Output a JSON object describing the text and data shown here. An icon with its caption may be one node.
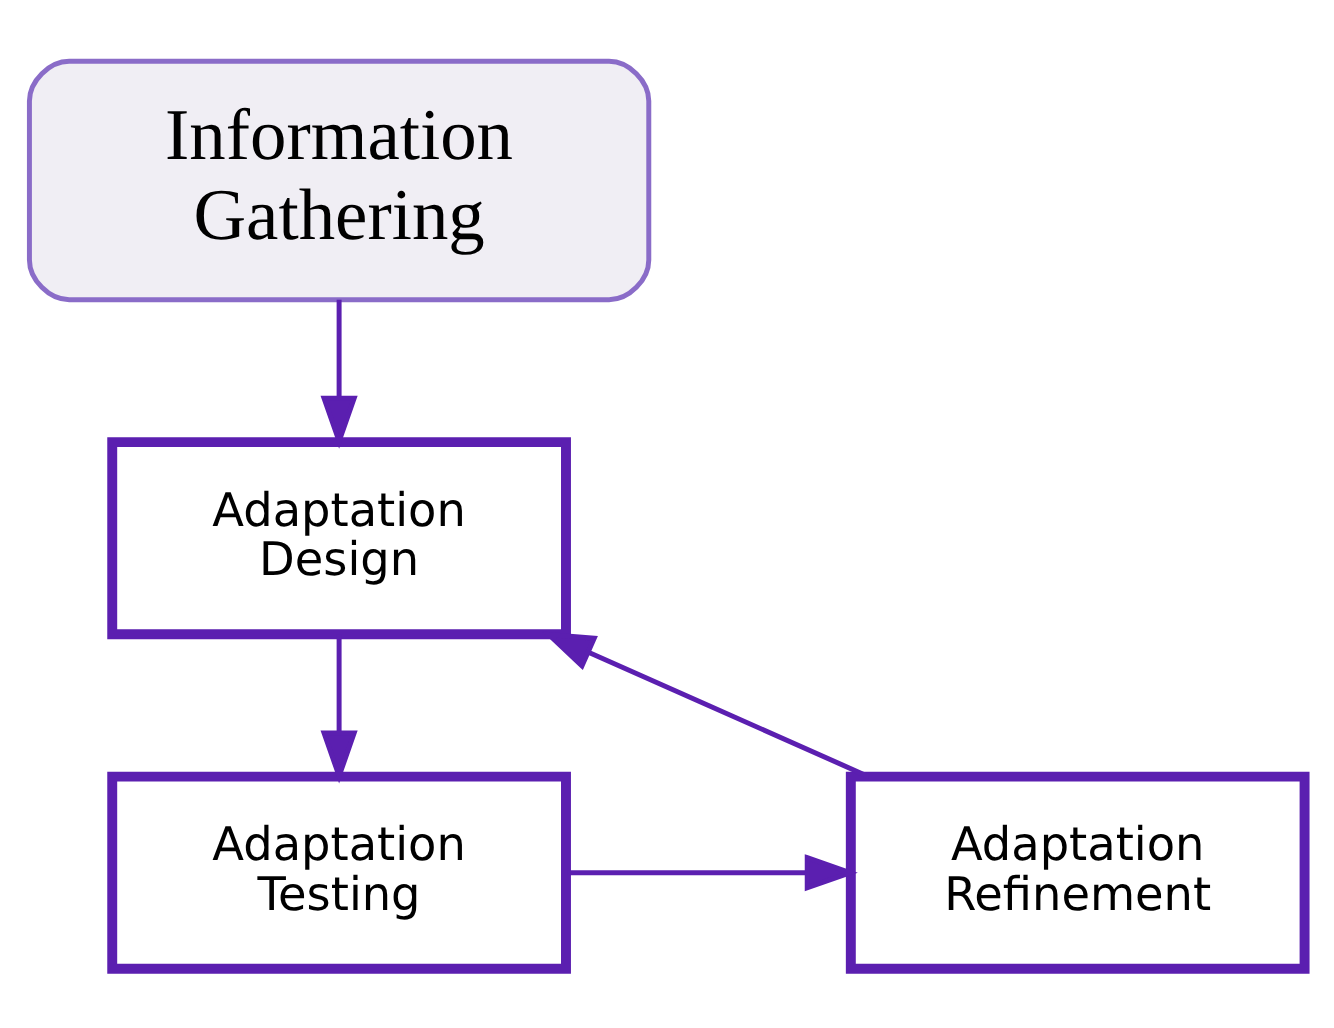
{
  "diagram": {
    "nodes": [
      {
        "text": [
          "Information Gathering"
        ]
      },
      {
        "text": [
          "Adaptation Design"
        ]
      },
      {
        "text": [
          "Adaptation Testing"
        ]
      },
      {
        "text": [
          "Adaptation Refinement"
        ]
      }
    ],
    "edges": [
      {
        "from": 0,
        "to": 1,
        "arrow": "to"
      },
      {
        "from": 1,
        "to": 2,
        "arrow": "to"
      },
      {
        "from": 2,
        "to": 3,
        "arrow": "to"
      },
      {
        "from": 3,
        "to": 1,
        "arrow": "to"
      }
    ]
  }
}
